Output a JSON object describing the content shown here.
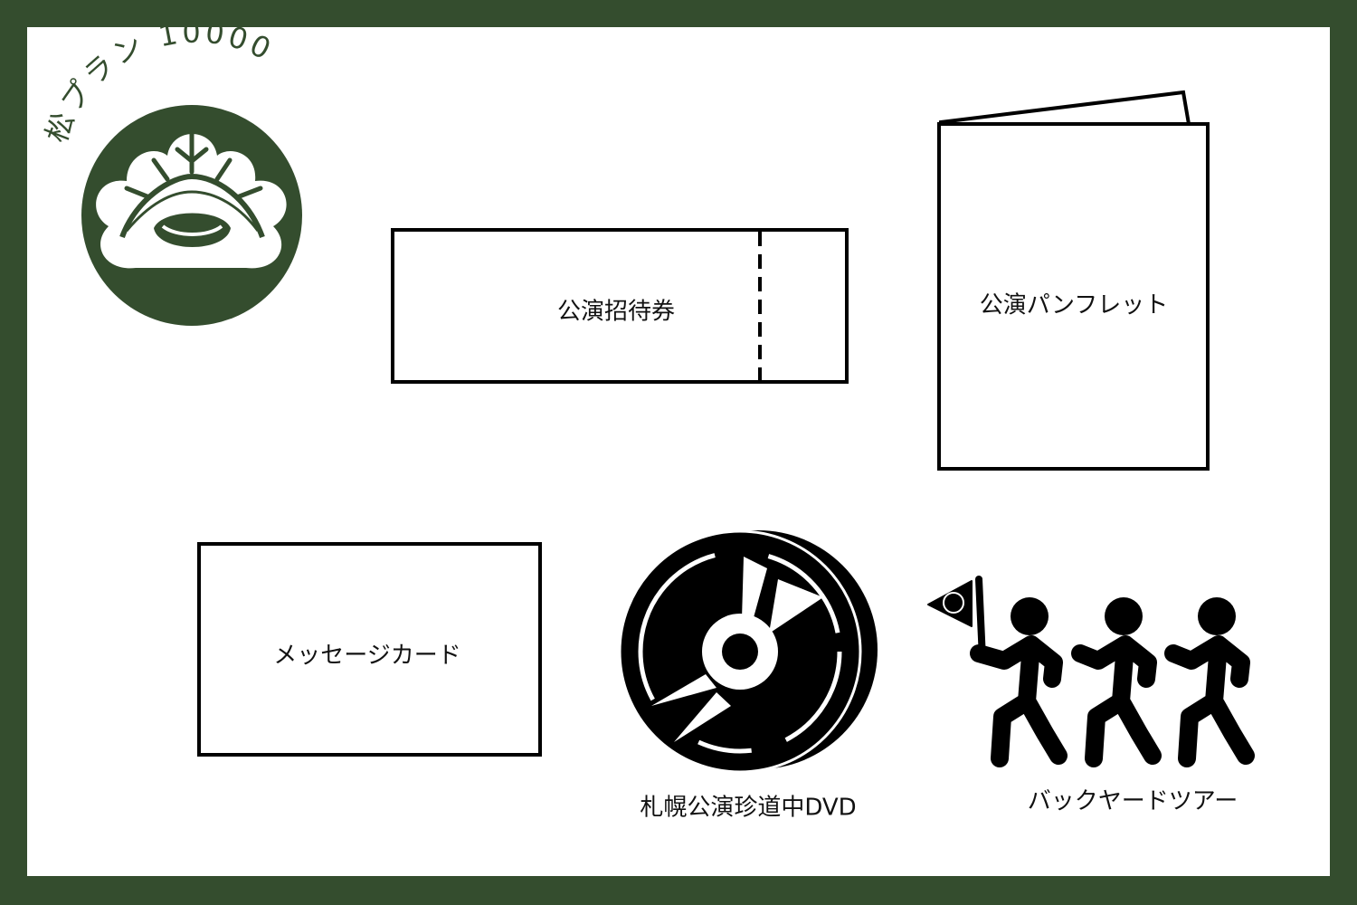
{
  "colors": {
    "frame": "#344d2e",
    "logo": "#344d2e",
    "ink": "#000000"
  },
  "logo": {
    "caption": "松プラン 10000",
    "icon": "pine-crest-icon"
  },
  "items": {
    "ticket": {
      "label": "公演招待券",
      "icon": "ticket-icon"
    },
    "pamphlet": {
      "label": "公演パンフレット",
      "icon": "pamphlet-icon"
    },
    "card": {
      "label": "メッセージカード",
      "icon": "card-icon"
    },
    "dvd": {
      "label": "札幌公演珍道中DVD",
      "icon": "disc-icon"
    },
    "tour": {
      "label": "バックヤードツアー",
      "icon": "tour-group-icon"
    }
  }
}
